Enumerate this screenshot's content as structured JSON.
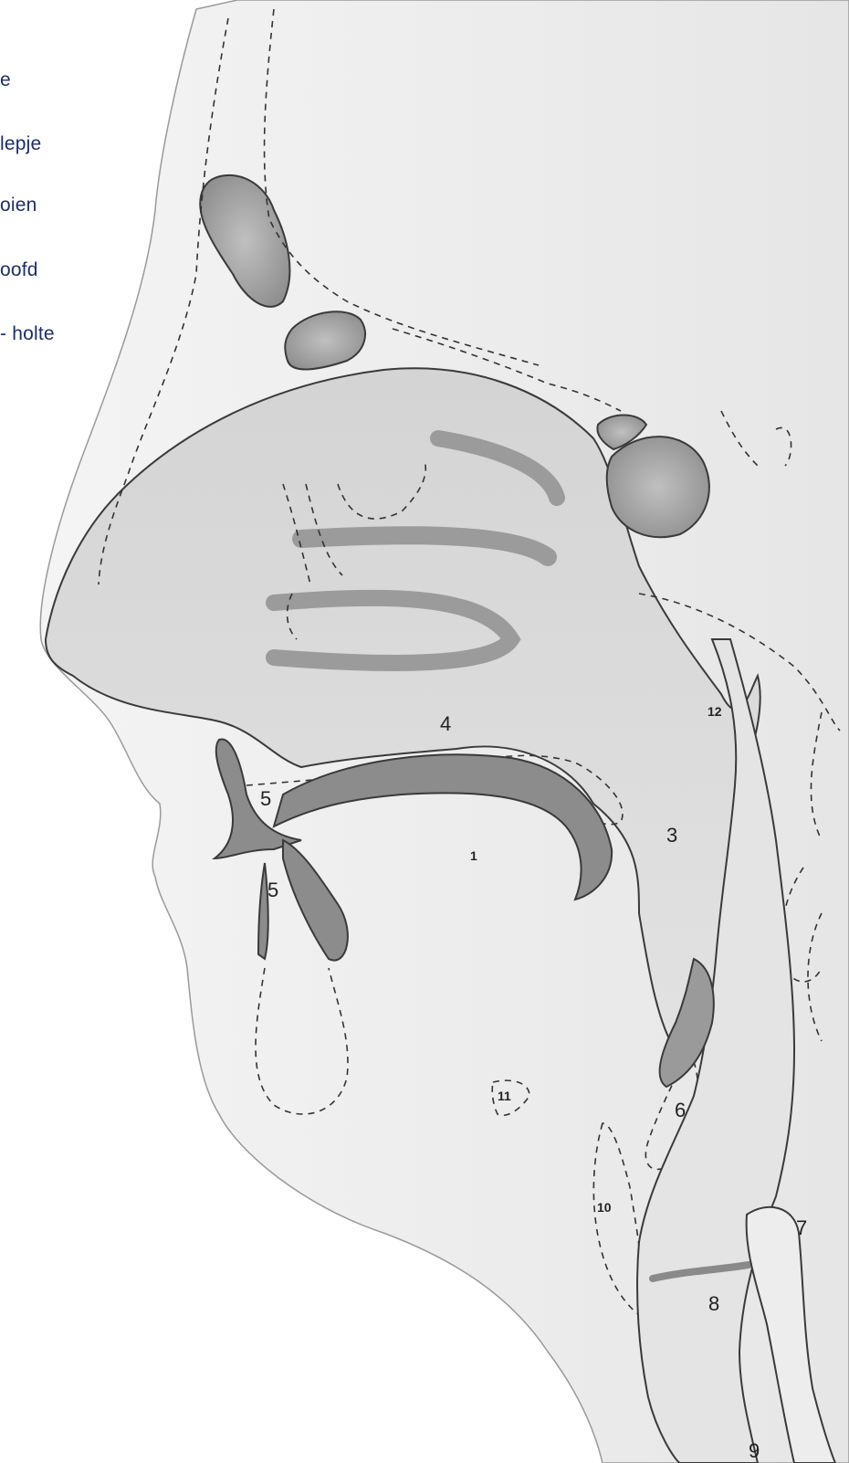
{
  "legend": [
    "e",
    "lepje",
    "oien",
    "oofd",
    "- holte"
  ],
  "labels": {
    "l1": "1",
    "l3": "3",
    "l4": "4",
    "l5a": "5",
    "l5b": "5",
    "l6": "6",
    "l7": "7",
    "l8": "8",
    "l9": "9",
    "l10": "10",
    "l11": "11",
    "l12": "12"
  },
  "colors": {
    "legend_text": "#1f2d6b",
    "airway_fill": "#8c8c8c",
    "skin_fill": "#ececec",
    "outline": "#3a3a3a"
  }
}
